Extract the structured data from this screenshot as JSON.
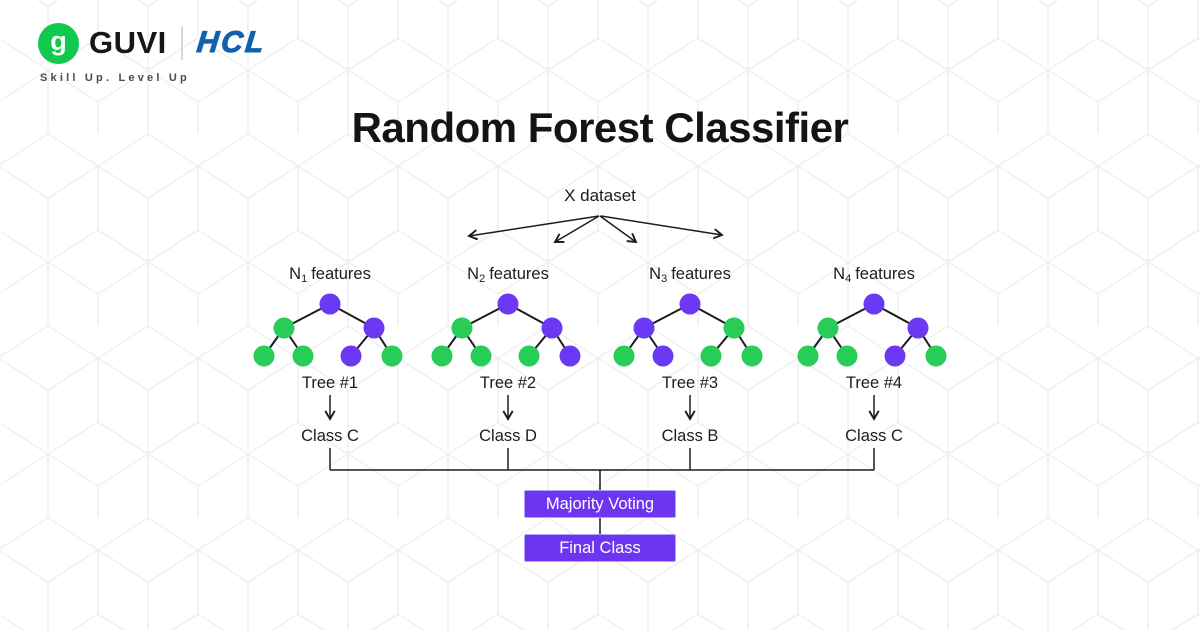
{
  "brand": {
    "guvi_glyph": "g",
    "guvi_text": "GUVI",
    "hcl_text": "HCL",
    "tagline": "Skill Up. Level Up",
    "colors": {
      "guvi_green": "#10C94E",
      "hcl_blue": "#1261AC"
    }
  },
  "title": "Random Forest Classifier",
  "diagram": {
    "dataset_label": "X dataset",
    "majority_voting_label": "Majority Voting",
    "final_class_label": "Final Class",
    "colors": {
      "node_green": "#27CD58",
      "node_purple": "#6B39F4",
      "line": "#1C1C1C",
      "box_bg": "#6C35F2",
      "box_border": "#B5A0F8",
      "box_text": "#FFFFFF"
    },
    "trees": [
      {
        "features_base": "N",
        "features_sub": "1",
        "features_rest": "features",
        "tree_label": "Tree #1",
        "class_label": "Class C",
        "nodes": [
          "purple",
          "green",
          "purple",
          "green",
          "green",
          "purple",
          "green"
        ]
      },
      {
        "features_base": "N",
        "features_sub": "2",
        "features_rest": "features",
        "tree_label": "Tree #2",
        "class_label": "Class D",
        "nodes": [
          "purple",
          "green",
          "purple",
          "green",
          "green",
          "green",
          "purple"
        ]
      },
      {
        "features_base": "N",
        "features_sub": "3",
        "features_rest": "features",
        "tree_label": "Tree #3",
        "class_label": "Class B",
        "nodes": [
          "purple",
          "purple",
          "green",
          "green",
          "purple",
          "green",
          "green"
        ]
      },
      {
        "features_base": "N",
        "features_sub": "4",
        "features_rest": "features",
        "tree_label": "Tree #4",
        "class_label": "Class C",
        "nodes": [
          "purple",
          "green",
          "purple",
          "green",
          "green",
          "purple",
          "green"
        ]
      }
    ]
  }
}
